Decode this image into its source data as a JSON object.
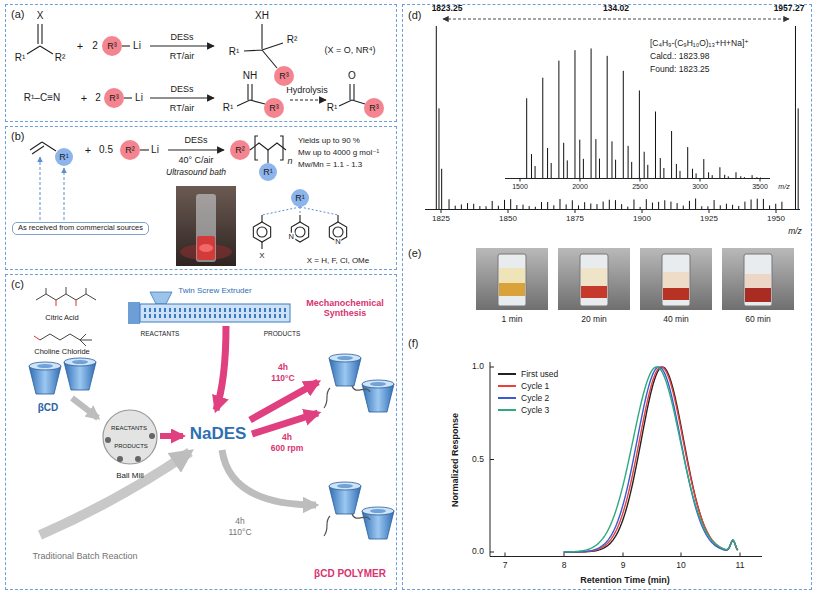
{
  "diagram": {
    "nodes": [
      {
        "text": [
          "(a)"
        ]
      },
      {
        "text": [
          "(b)"
        ]
      },
      {
        "text": [
          "(c)"
        ]
      },
      {
        "text": [
          "(d)",
          "(e)",
          "(f)"
        ]
      },
      {
        "text": [
          "As received from commercial sources"
        ],
        "in": 1
      }
    ],
    "labels": [
      "X",
      "R¹",
      "R²",
      "+",
      "2",
      "R³",
      "Li",
      "DESs",
      "RT/air",
      "XH",
      "R¹",
      "R²",
      "R³",
      "(X = O, NR⁴)",
      "R¹–C≡N",
      "+",
      "2",
      "R³",
      "Li",
      "DESs",
      "RT/air",
      "NH",
      "R¹",
      "R³",
      "Hydrolysis",
      "O",
      "R¹",
      "R³",
      "R¹",
      "+",
      "0.5",
      "R²",
      "Li",
      "DESs",
      "40° C/air",
      "Ultrasound bath",
      "R²",
      "R¹",
      "n",
      "Yields up to 90 %",
      "Mw up to 4000 g mol⁻¹",
      "Mw/Mn = 1.1 - 1.3",
      "R¹",
      "X",
      "N",
      "N",
      "X = H, F, Cl, OMe",
      "Citric Acid",
      "Choline Chloride",
      "Twin Screw Extruder",
      "REACTANTS",
      "PRODUCTS",
      "Mechanochemical Synthesis",
      "βCD",
      "REACTANTS",
      "PRODUCTS",
      "Ball Mill",
      "NaDES",
      "Traditional Batch Reaction",
      "4h",
      "110°C",
      "4h",
      "600 rpm",
      "4h",
      "110°C",
      "βCD POLYMER",
      "1823.25",
      "134.02",
      "1957.27",
      "[C₄H₉-(C₉H₁₀O)₁₃+H+Na]⁺",
      "Calcd.: 1823.98",
      "Found: 1823.25",
      "1500",
      "2000",
      "2500",
      "3000",
      "3500",
      "m/z",
      "1825",
      "1850",
      "1875",
      "1900",
      "1925",
      "1950",
      "m/z",
      "1 min",
      "20 min",
      "40 min",
      "60 min",
      "Normalized Response",
      "1.0",
      "0.5",
      "0.0",
      "7",
      "8",
      "9",
      "10",
      "11",
      "Retention Time (min)"
    ],
    "legend": [
      {
        "text": "First used"
      },
      {
        "text": "Cycle 1"
      },
      {
        "text": "Cycle 2"
      },
      {
        "text": "Cycle 3"
      }
    ]
  }
}
